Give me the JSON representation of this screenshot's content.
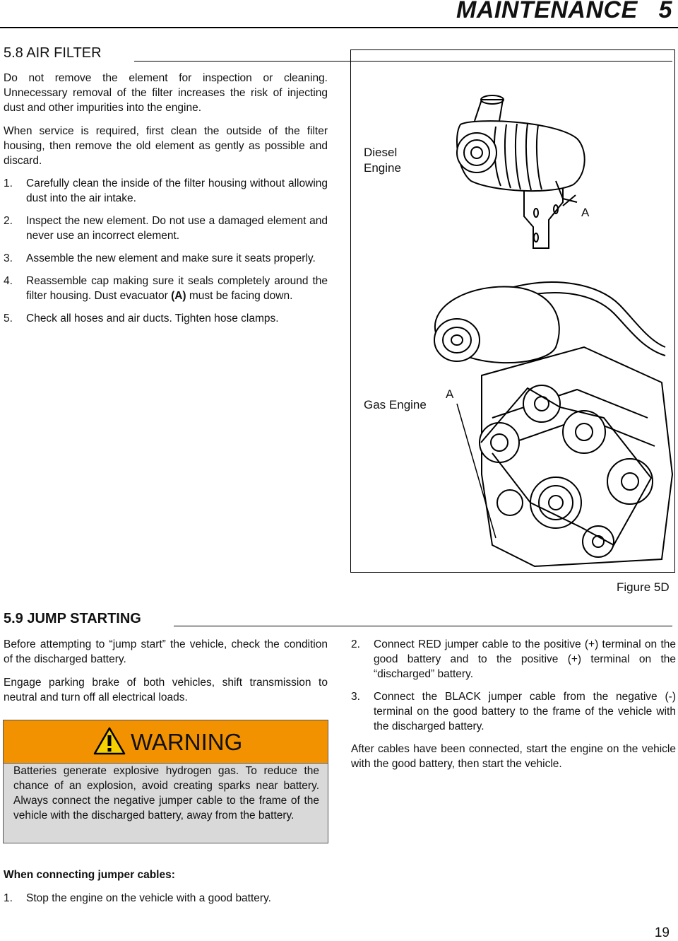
{
  "header": {
    "title": "MAINTENANCE   5"
  },
  "air_filter": {
    "heading": "5.8   AIR FILTER",
    "para1": "Do not remove the element for inspection or cleaning. Unnecessary removal of the filter increases the risk of injecting dust and other impurities into the engine.",
    "para2": "When service is required, first clean the outside of the filter housing, then remove the old element as gently as possible and discard.",
    "steps": [
      {
        "num": "1.",
        "text": "Carefully clean the inside of the filter housing without allowing dust into the air intake."
      },
      {
        "num": "2.",
        "text": "Inspect the new element. Do not use a damaged element and never use an incorrect element."
      },
      {
        "num": "3.",
        "text": "Assemble the new element and make sure it seats properly."
      },
      {
        "num": "4.",
        "text_a": "Reassemble cap making sure it seals completely around the filter housing. Dust evacuator ",
        "text_b": "(A)",
        "text_c": " must be facing down."
      },
      {
        "num": "5.",
        "text": "Check all hoses and air ducts. Tighten hose clamps."
      }
    ]
  },
  "figure": {
    "diesel_label_1": "Diesel",
    "diesel_label_2": "Engine",
    "diesel_callout": "A",
    "gas_label": "Gas Engine",
    "gas_callout": "A",
    "caption": "Figure 5D"
  },
  "jump_starting": {
    "heading": "5.9   JUMP STARTING",
    "para1": "Before attempting to “jump start” the vehicle, check the condition of the discharged battery.",
    "para2": "Engage parking brake of both vehicles, shift transmission to neutral and turn off all electrical loads.",
    "warning_title": "WARNING",
    "warning_text": "Batteries generate explosive hydrogen gas. To reduce the chance of an explosion, avoid creating sparks near battery. Always connect the negative jumper cable to the frame of the vehicle with the discharged battery, away from the battery.",
    "connecting_heading": "When connecting jumper cables:",
    "steps": [
      {
        "num": "1.",
        "text": "Stop the engine on the vehicle with a good battery."
      },
      {
        "num": "2.",
        "text": "Connect RED jumper cable to the positive (+) terminal on the good battery and to the positive (+) terminal on the “discharged” battery."
      },
      {
        "num": "3.",
        "text": "Connect the BLACK jumper cable from the negative (-) terminal on the good battery to the frame of the vehicle with the discharged battery."
      }
    ],
    "after_para": "After cables have been connected, start the engine on the vehicle with the good battery, then start the vehicle."
  },
  "page_number": "19"
}
